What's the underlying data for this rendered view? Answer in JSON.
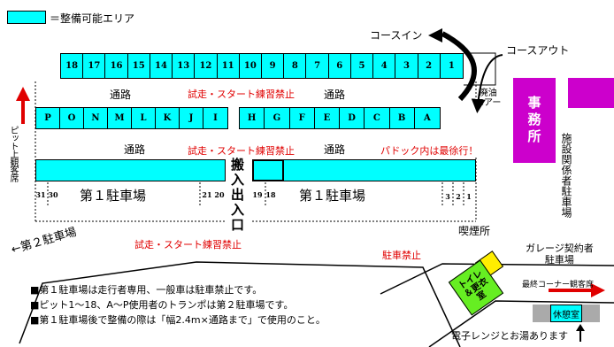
{
  "legend": {
    "label": "＝整備可能エリア"
  },
  "course": {
    "in_label": "コースイン",
    "out_label": "コースアウト"
  },
  "top_pits": [
    "18",
    "17",
    "16",
    "15",
    "14",
    "13",
    "12",
    "11",
    "10",
    "9",
    "8",
    "7",
    "6",
    "5",
    "4",
    "3",
    "2",
    "1"
  ],
  "waste_oil": {
    "line1": "廃油",
    "line2": "エアー"
  },
  "aisle1": {
    "left": "通路",
    "center": "試走・スタート練習禁止",
    "right": "通路"
  },
  "pit_viewing": "ピット上観客席",
  "letter_pits_left": [
    "P",
    "O",
    "N",
    "M",
    "L",
    "K",
    "J",
    "I"
  ],
  "letter_pits_right": [
    "H",
    "G",
    "F",
    "E",
    "D",
    "C",
    "B",
    "A"
  ],
  "office": "事務所",
  "staff_parking": "施設関係者駐車場",
  "aisle2": {
    "left": "通路",
    "center": "試走・スタート練習禁止",
    "right": "通路",
    "paddock_note": "パドック内は最徐行！"
  },
  "entrance": "搬入出入口",
  "lot1": {
    "title_left": "第１駐車場",
    "title_right": "第１駐車場",
    "slots_left": [
      "31",
      "30"
    ],
    "slots_mid_left": [
      "21",
      "20"
    ],
    "slots_mid_right": [
      "19",
      "18"
    ],
    "slots_right": [
      "3",
      "2",
      "1"
    ]
  },
  "lot2": "←第２駐車場",
  "no_practice_bottom": "試走・スタート練習禁止",
  "smoking": "喫煙所",
  "no_parking": "駐車禁止",
  "garage_parking": {
    "line1": "ガレージ契約者",
    "line2": "駐車場"
  },
  "toilet": "トイレ＆更衣室",
  "last_corner": "最終コーナー観客席",
  "rest_room": "休憩室",
  "microwave": "電子レンジとお湯あります",
  "notes": [
    "■第１駐車場は走行者専用、一般車は駐車禁止です。",
    "■ピット1～18、A～P使用者のトランポは第２駐車場です。",
    "■第１駐車場後で整備の際は「幅2.4m×通路まで」で使用のこと。"
  ],
  "colors": {
    "area": "#00ffff",
    "office": "#cc00cc",
    "red": "#e00000",
    "toilet": "#66ee22",
    "smoking": "#ffee00",
    "rest": "#aaaaaa"
  }
}
